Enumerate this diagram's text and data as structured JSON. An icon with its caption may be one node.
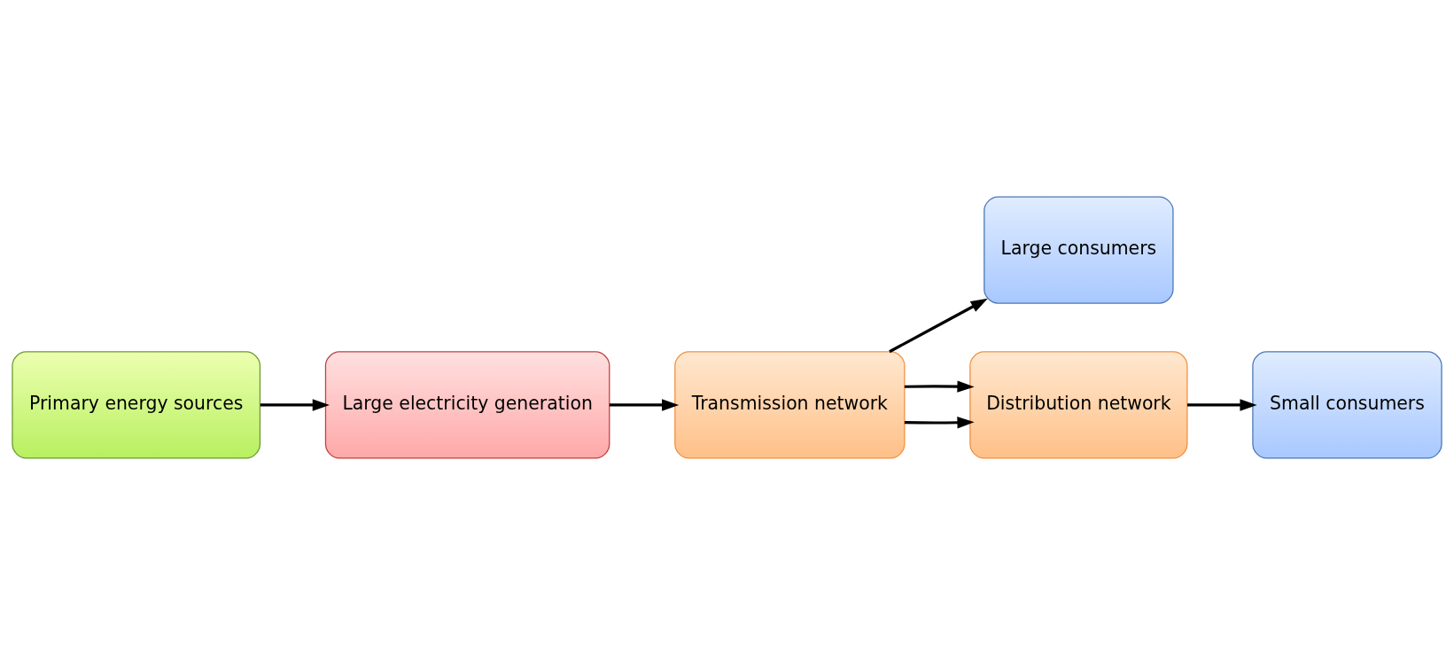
{
  "diagram": {
    "nodes": [
      {
        "text": [
          "Large consumers"
        ]
      },
      {
        "text": [
          "Primary energy sources"
        ]
      },
      {
        "text": [
          "Large electricity generation"
        ]
      },
      {
        "text": [
          "Transmission network"
        ]
      },
      {
        "text": [
          "Distribution network"
        ]
      },
      {
        "text": [
          "Small consumers"
        ]
      }
    ],
    "edges": [
      {
        "from": 1,
        "to": 2,
        "arrow": "to"
      },
      {
        "from": 2,
        "to": 3,
        "arrow": "to"
      },
      {
        "from": 3,
        "to": 4,
        "arrow": "to"
      },
      {
        "from": 4,
        "to": 5,
        "arrow": "to"
      },
      {
        "from": 3,
        "to": 0,
        "arrow": "to"
      },
      {
        "from": 3,
        "to": 4,
        "arrow": "to"
      }
    ]
  }
}
